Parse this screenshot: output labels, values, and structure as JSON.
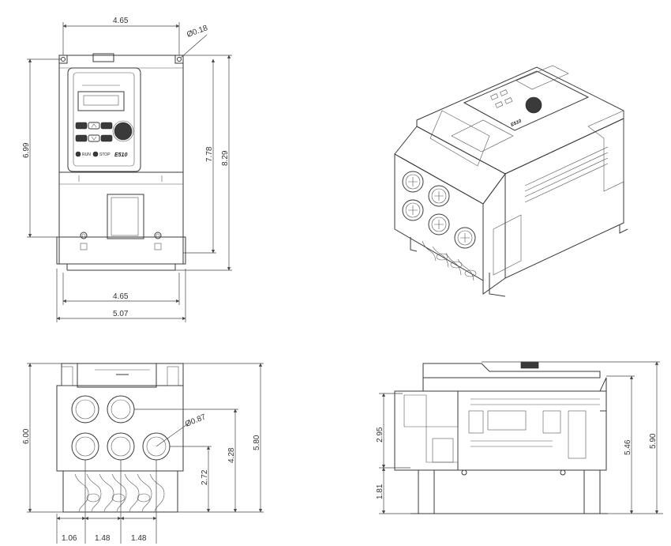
{
  "front_view": {
    "dims": {
      "top_width": "4.65",
      "hole_dia": "Ø0.18",
      "inner_height": "6.99",
      "mid_height": "7.78",
      "total_height": "8.29",
      "bottom_width_inner": "4.65",
      "bottom_width_total": "5.07"
    },
    "keypad": {
      "brand": "E510",
      "run": "RUN",
      "stop": "STOP"
    }
  },
  "bottom_view": {
    "dims": {
      "total_height": "6.00",
      "hole_dia": "Ø0.87",
      "right_height": "5.80",
      "mid_height": "4.28",
      "hole_height": "2.72",
      "spacing_1": "1.06",
      "spacing_2": "1.48",
      "spacing_3": "1.48"
    }
  },
  "side_view": {
    "dims": {
      "upper": "2.95",
      "lower": "1.81",
      "height_1": "5.46",
      "height_2": "5.90"
    }
  },
  "iso_view": {
    "brand": "E510"
  },
  "colors": {
    "line": "#3a3a3a",
    "background": "#ffffff"
  }
}
